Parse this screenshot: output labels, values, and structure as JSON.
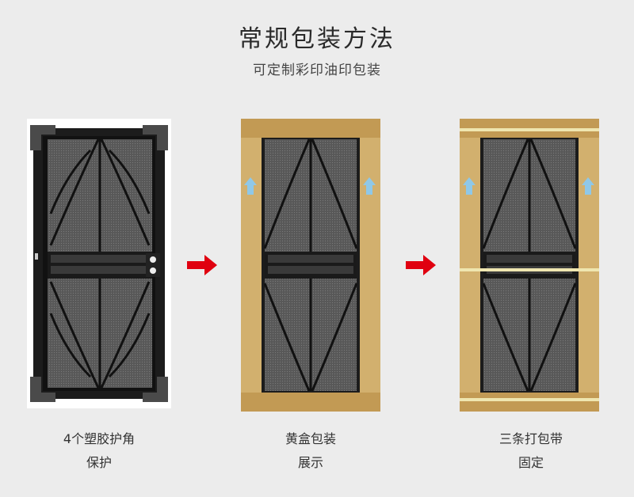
{
  "header": {
    "title": "常规包装方法",
    "subtitle": "可定制彩印油印包装"
  },
  "steps": [
    {
      "line1": "4个塑胶护角",
      "line2": "保护"
    },
    {
      "line1": "黄盒包装",
      "line2": "展示"
    },
    {
      "line1": "三条打包带",
      "line2": "固定"
    }
  ],
  "colors": {
    "background": "#ececec",
    "cardboard": "#d2b06e",
    "corner_protector": "#4a4a4a",
    "arrow": "#e00010",
    "mesh": "#5a5a5a",
    "strap": "#efe6b0",
    "up_arrow": "#8fc8e8"
  },
  "icons": {
    "step_arrow": "right-arrow-icon",
    "orientation": "up-arrow-icon"
  }
}
